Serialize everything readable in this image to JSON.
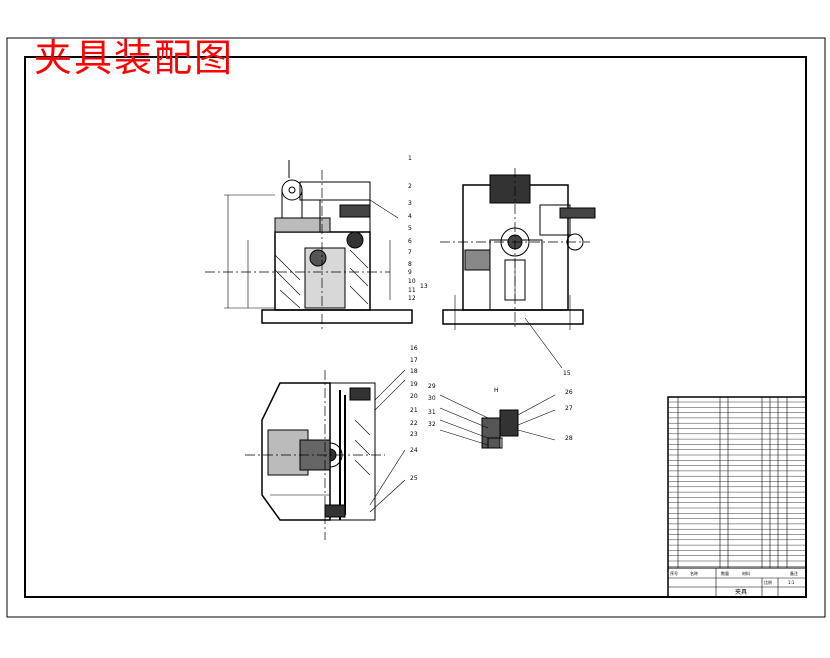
{
  "drawing": {
    "title": "夹具装配图",
    "title_color": "#ff0000",
    "line_color": "#000000",
    "background": "#ffffff"
  },
  "callouts": {
    "front_view": [
      "1",
      "2",
      "3",
      "4",
      "5",
      "6",
      "7",
      "8",
      "9",
      "10",
      "11",
      "12",
      "13"
    ],
    "front_view_base": "15",
    "top_view": [
      "16",
      "17",
      "18",
      "19",
      "20",
      "21",
      "22",
      "23",
      "24",
      "25"
    ],
    "detail_view": [
      "26",
      "27",
      "28",
      "29",
      "30",
      "31",
      "32"
    ],
    "detail_label": "H"
  },
  "title_block": {
    "header_col1": "序号",
    "header_col2": "名称",
    "header_col3": "数量",
    "header_col4": "材料",
    "header_col5": "备注",
    "drawing_name": "夹具",
    "scale_label": "比例",
    "scale_value": "1:1"
  }
}
